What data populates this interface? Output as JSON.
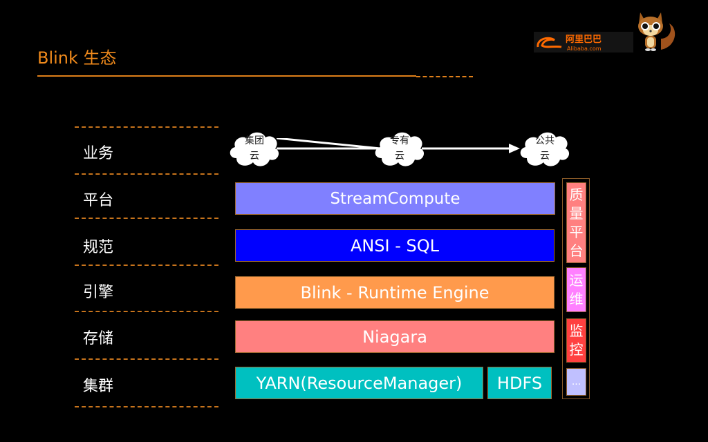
{
  "header": {
    "title": "Blink 生态"
  },
  "logo": {
    "brand_cn": "阿里巴巴",
    "brand_en": "Alibaba.com"
  },
  "rows": [
    {
      "label": "业务"
    },
    {
      "label": "平台"
    },
    {
      "label": "规范"
    },
    {
      "label": "引擎"
    },
    {
      "label": "存储"
    },
    {
      "label": "集群"
    }
  ],
  "business": {
    "clouds": [
      {
        "line1": "集团",
        "line2": "云"
      },
      {
        "line1": "专有",
        "line2": "云"
      },
      {
        "line1": "公共",
        "line2": "云"
      }
    ]
  },
  "stack": {
    "platform": "StreamCompute",
    "spec": "ANSI - SQL",
    "engine": "Blink - Runtime Engine",
    "storage": "Niagara",
    "cluster_yarn": "YARN(ResourceManager)",
    "cluster_hdfs": "HDFS"
  },
  "side": {
    "quality": [
      "质",
      "量",
      "平",
      "台"
    ],
    "ops": [
      "运",
      "维"
    ],
    "monitor": [
      "监",
      "控"
    ],
    "more": "..."
  },
  "colors": {
    "accent": "#f08a1c",
    "platform": "#8080ff",
    "spec": "#0000ff",
    "engine": "#ff9a4c",
    "storage": "#ff8080",
    "cluster": "#00c0c0",
    "quality": "#ff8080",
    "ops": "#ff80ff",
    "monitor": "#ff4040",
    "more": "#c0c0ff"
  }
}
